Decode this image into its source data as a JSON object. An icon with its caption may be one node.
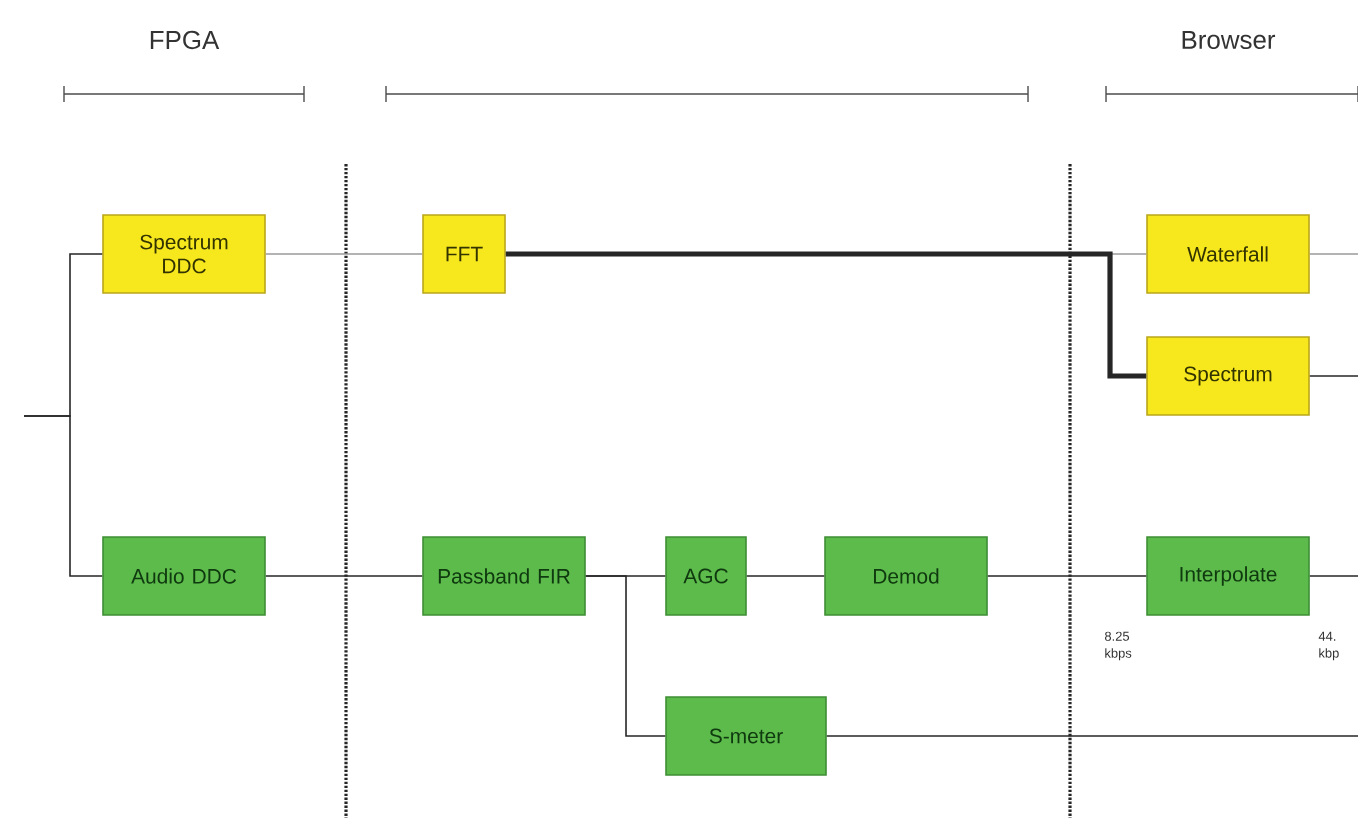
{
  "diagram": {
    "nodes": [
      {
        "text": [
          "Spectrum DDC"
        ]
      },
      {
        "text": [
          "FFT"
        ]
      },
      {
        "text": [
          "Waterfall"
        ]
      },
      {
        "text": [
          "Spectrum"
        ]
      },
      {
        "text": [
          "Audio DDC"
        ]
      },
      {
        "text": [
          "Passband FIR"
        ]
      },
      {
        "text": [
          "AGC"
        ]
      },
      {
        "text": [
          "Demod"
        ]
      },
      {
        "text": [
          "Interpolate"
        ]
      },
      {
        "text": [
          "S-meter"
        ]
      }
    ],
    "edges": [
      {
        "from": null,
        "to": 0,
        "arrow": "none"
      },
      {
        "from": null,
        "to": 4,
        "arrow": "none"
      },
      {
        "from": 0,
        "to": 1,
        "arrow": "none",
        "color": "#9a9a9a"
      },
      {
        "from": 1,
        "to": 2,
        "arrow": "none",
        "color": "#9a9a9a"
      },
      {
        "from": 1,
        "to": 3,
        "arrow": "none",
        "style": "thick"
      },
      {
        "from": 2,
        "to": null,
        "arrow": "none",
        "color": "#9a9a9a"
      },
      {
        "from": 3,
        "to": null,
        "arrow": "none"
      },
      {
        "from": 4,
        "to": 5,
        "arrow": "none"
      },
      {
        "from": 5,
        "to": 6,
        "arrow": "none"
      },
      {
        "from": 5,
        "to": 9,
        "arrow": "none"
      },
      {
        "from": 6,
        "to": 7,
        "arrow": "none"
      },
      {
        "from": 7,
        "to": 8,
        "arrow": "none"
      },
      {
        "from": 8,
        "to": null,
        "arrow": "none"
      },
      {
        "from": 9,
        "to": null,
        "arrow": "none"
      }
    ],
    "labels": [
      "FPGA",
      "Browser",
      "8.25 kbps",
      "44. kbp"
    ]
  }
}
